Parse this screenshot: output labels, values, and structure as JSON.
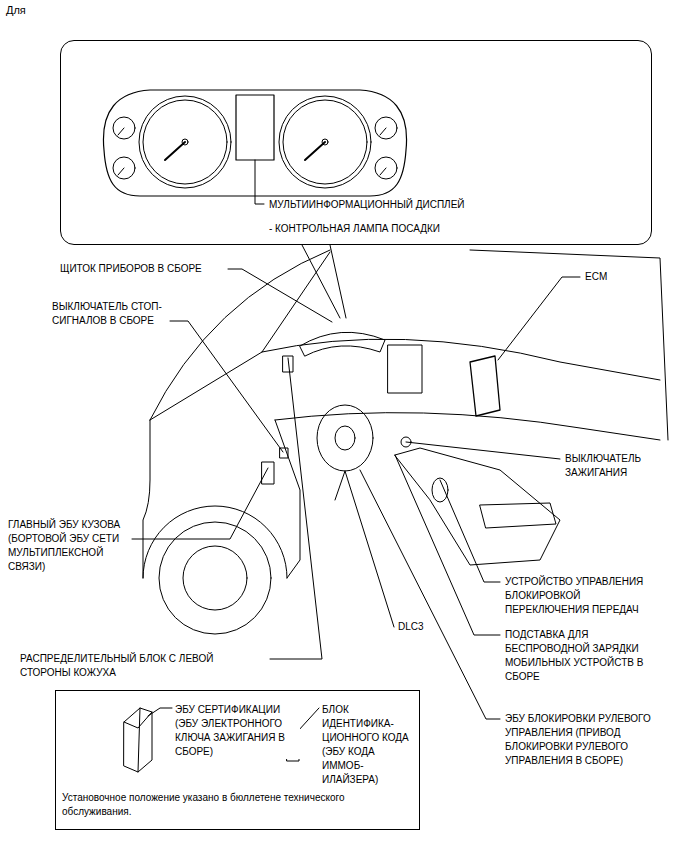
{
  "diagram": {
    "title": "Для",
    "nodes": [
      {
        "text": [
          "МУЛЬТИИНФОРМАЦИОННЫЙ ДИСПЛЕЙ",
          "- КОНТРОЛЬНАЯ ЛАМПА ПОСАДКИ"
        ]
      },
      {
        "text": [
          "ЭБУ СЕРТИФИКАЦИИ (ЭБУ ЭЛЕКТРОННОГО КЛЮЧА ЗАЖИГАНИЯ В СБОРЕ)",
          "БЛОК ИДЕНТИФИКА- ЦИОННОГО КОДА (ЭБУ КОДА ИММОБ- ИЛАЙЗЕРА)",
          "Установочное положение указано в бюллетене технического обслуживания."
        ]
      }
    ],
    "labels": [
      "ЩИТОК ПРИБОРОВ В СБОРЕ",
      "ECM",
      "ВЫКЛЮЧАТЕЛЬ СТОП-СИГНАЛОВ В СБОРЕ",
      "ВЫКЛЮЧАТЕЛЬ ЗАЖИГАНИЯ",
      "ГЛАВНЫЙ ЭБУ КУЗОВА (БОРТОВОЙ ЭБУ СЕТИ МУЛЬТИПЛЕКСНОЙ СВЯЗИ)",
      "УСТРОЙСТВО УПРАВЛЕНИЯ БЛОКИРОВКОЙ ПЕРЕКЛЮЧЕНИЯ ПЕРЕДАЧ",
      "DLC3",
      "ПОДСТАВКА ДЛЯ БЕСПРОВОДНОЙ ЗАРЯДКИ МОБИЛЬНЫХ УСТРОЙСТВ В СБОРЕ",
      "РАСПРЕДЕЛИТЕЛЬНЫЙ БЛОК С ЛЕВОЙ СТОРОНЫ КОЖУХА",
      "ЭБУ БЛОКИРОВКИ РУЛЕВОГО УПРАВЛЕНИЯ (ПРИВОД БЛОКИРОВКИ РУЛЕВОГО УПРАВЛЕНИЯ В СБОРЕ)"
    ]
  }
}
